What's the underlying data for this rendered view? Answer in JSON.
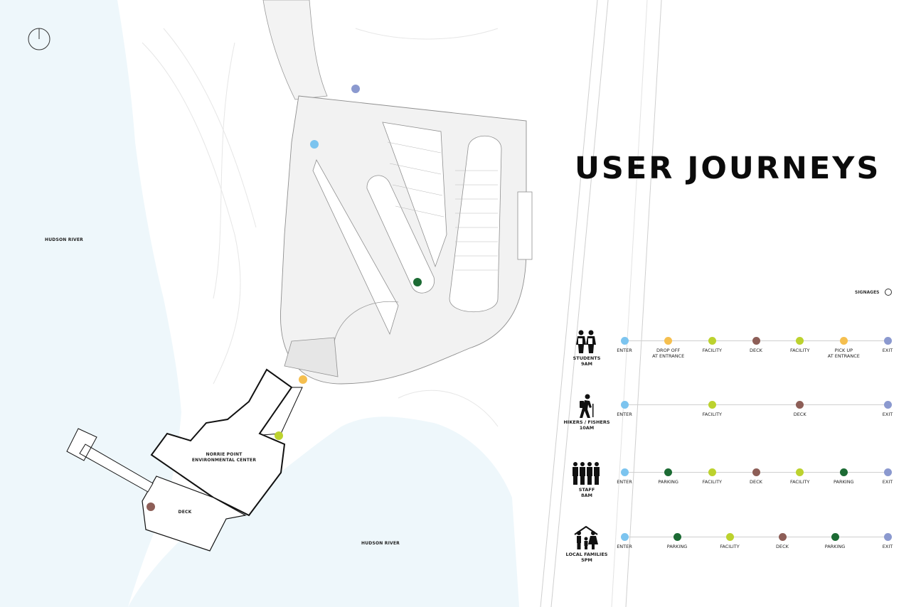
{
  "title": "USER JOURNEYS",
  "legend": {
    "label": "SIGNAGES"
  },
  "map": {
    "labels": {
      "river_north": "HUDSON RIVER",
      "river_south": "HUDSON RIVER",
      "center": "NORRIE POINT\nENVIRONMENTAL CENTER",
      "deck": "DECK"
    },
    "markers": [
      {
        "name": "map-marker-exit",
        "color": "#8b99cf"
      },
      {
        "name": "map-marker-enter",
        "color": "#7cc4ef"
      },
      {
        "name": "map-marker-parking",
        "color": "#1c6b34"
      },
      {
        "name": "map-marker-entrance",
        "color": "#f5bf4f"
      },
      {
        "name": "map-marker-facility",
        "color": "#bcd22e"
      },
      {
        "name": "map-marker-deck",
        "color": "#8d5e57"
      }
    ]
  },
  "stop_colors": {
    "ENTER": "#7cc4ef",
    "DROP OFF\nAT ENTRANCE": "#f5bf4f",
    "PICK UP\nAT ENTRANCE": "#f5bf4f",
    "FACILITY": "#bcd22e",
    "DECK": "#8d5e57",
    "PARKING": "#1c6b34",
    "EXIT": "#8b99cf"
  },
  "journeys": [
    {
      "user": "STUDENTS\n9AM",
      "icon": "students-icon",
      "stops": [
        "ENTER",
        "DROP OFF\nAT ENTRANCE",
        "FACILITY",
        "DECK",
        "FACILITY",
        "PICK UP\nAT ENTRANCE",
        "EXIT"
      ]
    },
    {
      "user": "HIKERS / FISHERS\n10AM",
      "icon": "hiker-icon",
      "stops": [
        "ENTER",
        "FACILITY",
        "DECK",
        "EXIT"
      ]
    },
    {
      "user": "STAFF\n8AM",
      "icon": "staff-group-icon",
      "stops": [
        "ENTER",
        "PARKING",
        "FACILITY",
        "DECK",
        "FACILITY",
        "PARKING",
        "EXIT"
      ]
    },
    {
      "user": "LOCAL FAMILIES\n5PM",
      "icon": "family-icon",
      "stops": [
        "ENTER",
        "PARKING",
        "FACILITY",
        "DECK",
        "PARKING",
        "EXIT"
      ]
    }
  ]
}
